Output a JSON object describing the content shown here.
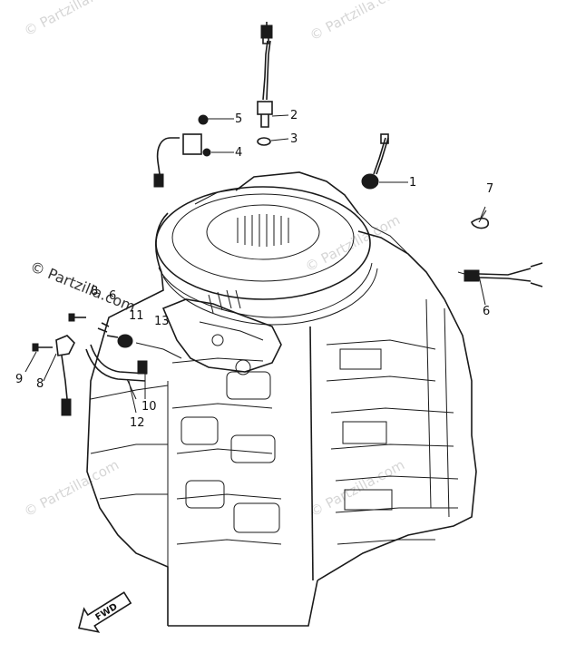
{
  "watermark": {
    "text_symbol": "© Partzilla.com",
    "text_plain": "Partzilla.com"
  },
  "callouts": {
    "c1": "1",
    "c2": "2",
    "c3": "3",
    "c4": "4",
    "c5": "5",
    "c6a": "6",
    "c6b": "6",
    "c7": "7",
    "c8a": "8",
    "c8b": "8",
    "c9": "9",
    "c10": "10",
    "c11": "11",
    "c12": "12",
    "c13": "13"
  },
  "fwd_label": "FWD"
}
